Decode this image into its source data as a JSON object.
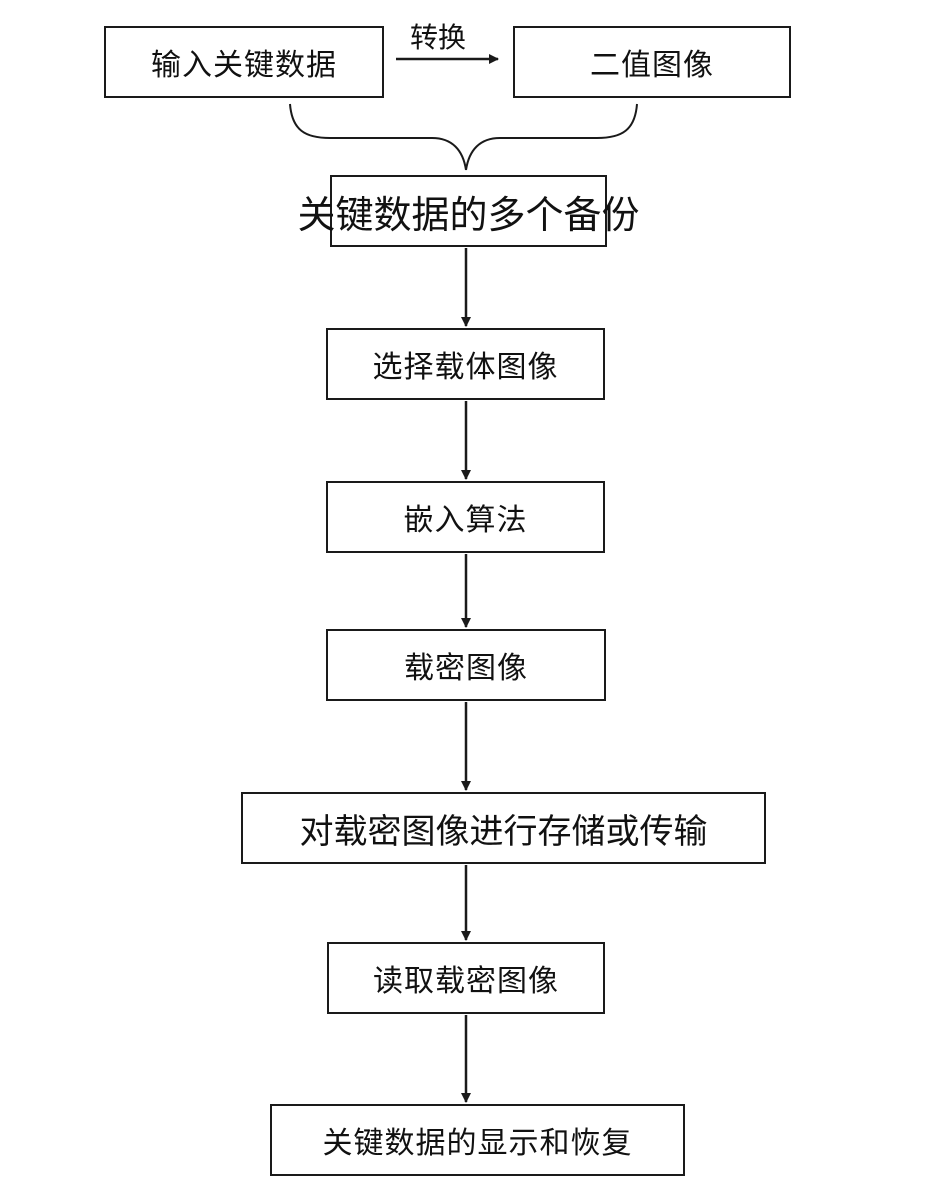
{
  "diagram": {
    "nodes": {
      "input": "输入关键数据",
      "binary": "二值图像",
      "backups": "关键数据的多个备份",
      "carrier": "选择载体图像",
      "embed": "嵌入算法",
      "stego": "载密图像",
      "store": "对载密图像进行存储或传输",
      "read": "读取载密图像",
      "display": "关键数据的显示和恢复"
    },
    "edge_labels": {
      "convert": "转换"
    }
  }
}
